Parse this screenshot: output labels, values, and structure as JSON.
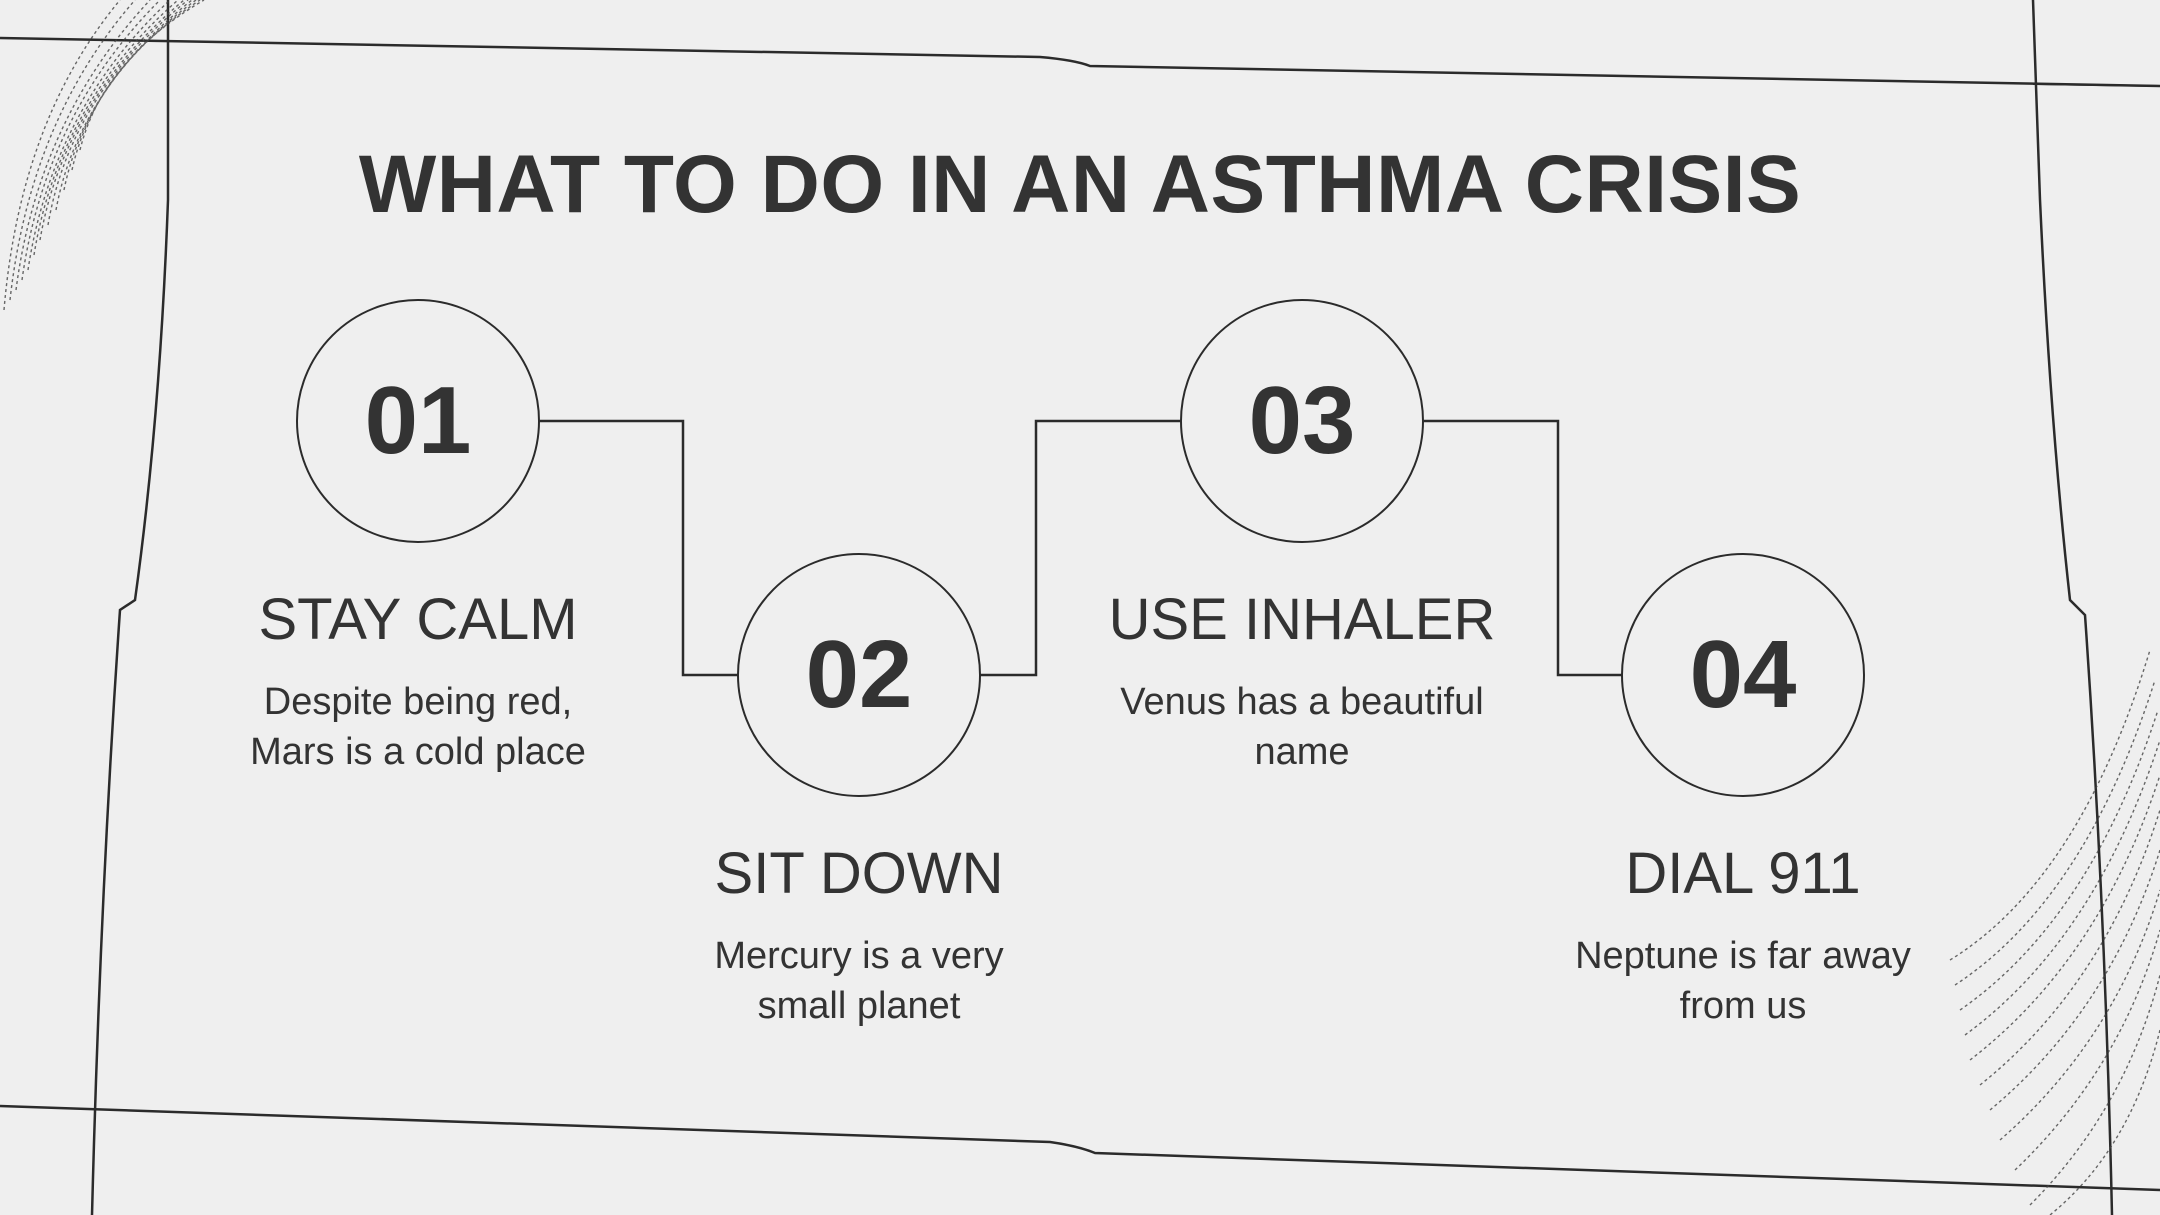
{
  "title": "WHAT TO DO IN AN ASTHMA CRISIS",
  "colors": {
    "text": "#333333",
    "line": "#2b2b2b",
    "background": "#efefef"
  },
  "steps": [
    {
      "number": "01",
      "heading": "STAY CALM",
      "desc_line1": "Despite being red,",
      "desc_line2": "Mars is a cold place"
    },
    {
      "number": "02",
      "heading": "SIT DOWN",
      "desc_line1": "Mercury is a very",
      "desc_line2": "small planet"
    },
    {
      "number": "03",
      "heading": "USE INHALER",
      "desc_line1": "Venus has a beautiful",
      "desc_line2": "name"
    },
    {
      "number": "04",
      "heading": "DIAL 911",
      "desc_line1": "Neptune is far away",
      "desc_line2": "from us"
    }
  ]
}
